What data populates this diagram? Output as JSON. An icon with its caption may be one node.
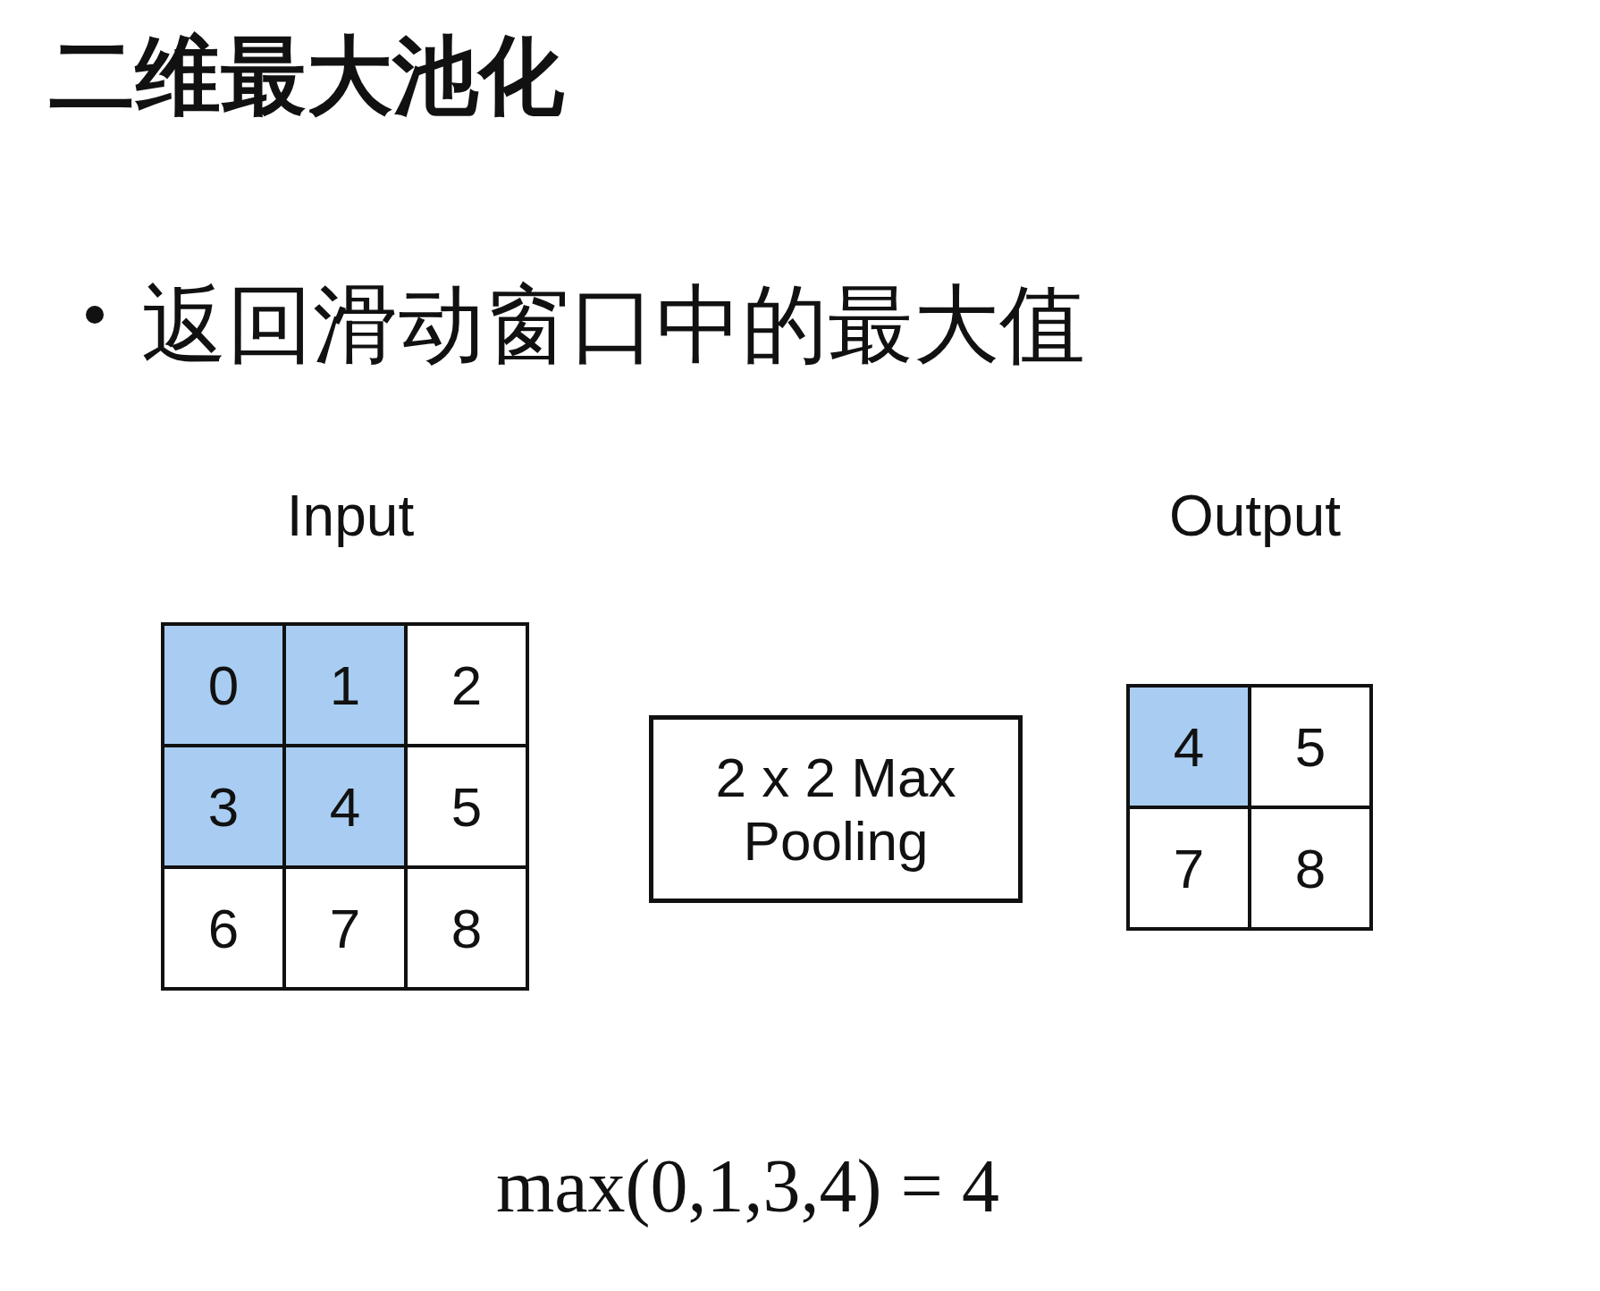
{
  "diagram": {
    "title": "二维最大池化",
    "nodes": [
      {
        "text": [
          "Input"
        ]
      },
      {
        "text": [
          "0"
        ],
        "in": 0
      },
      {
        "text": [
          "1"
        ],
        "in": 0
      },
      {
        "text": [
          "2"
        ],
        "in": 0
      },
      {
        "text": [
          "3"
        ],
        "in": 0
      },
      {
        "text": [
          "4"
        ],
        "in": 0
      },
      {
        "text": [
          "5"
        ],
        "in": 0
      },
      {
        "text": [
          "6"
        ],
        "in": 0
      },
      {
        "text": [
          "7"
        ],
        "in": 0
      },
      {
        "text": [
          "8"
        ],
        "in": 0
      },
      {
        "text": [
          "2 x 2 Max Pooling"
        ]
      },
      {
        "text": [
          "Output"
        ]
      },
      {
        "text": [
          "4"
        ],
        "in": 11
      },
      {
        "text": [
          "5"
        ],
        "in": 11
      },
      {
        "text": [
          "7"
        ],
        "in": 11
      },
      {
        "text": [
          "8"
        ],
        "in": 11
      }
    ],
    "labels": [
      "返回滑动窗口中的最大值",
      "max(0,1,3,4) = 4"
    ]
  }
}
